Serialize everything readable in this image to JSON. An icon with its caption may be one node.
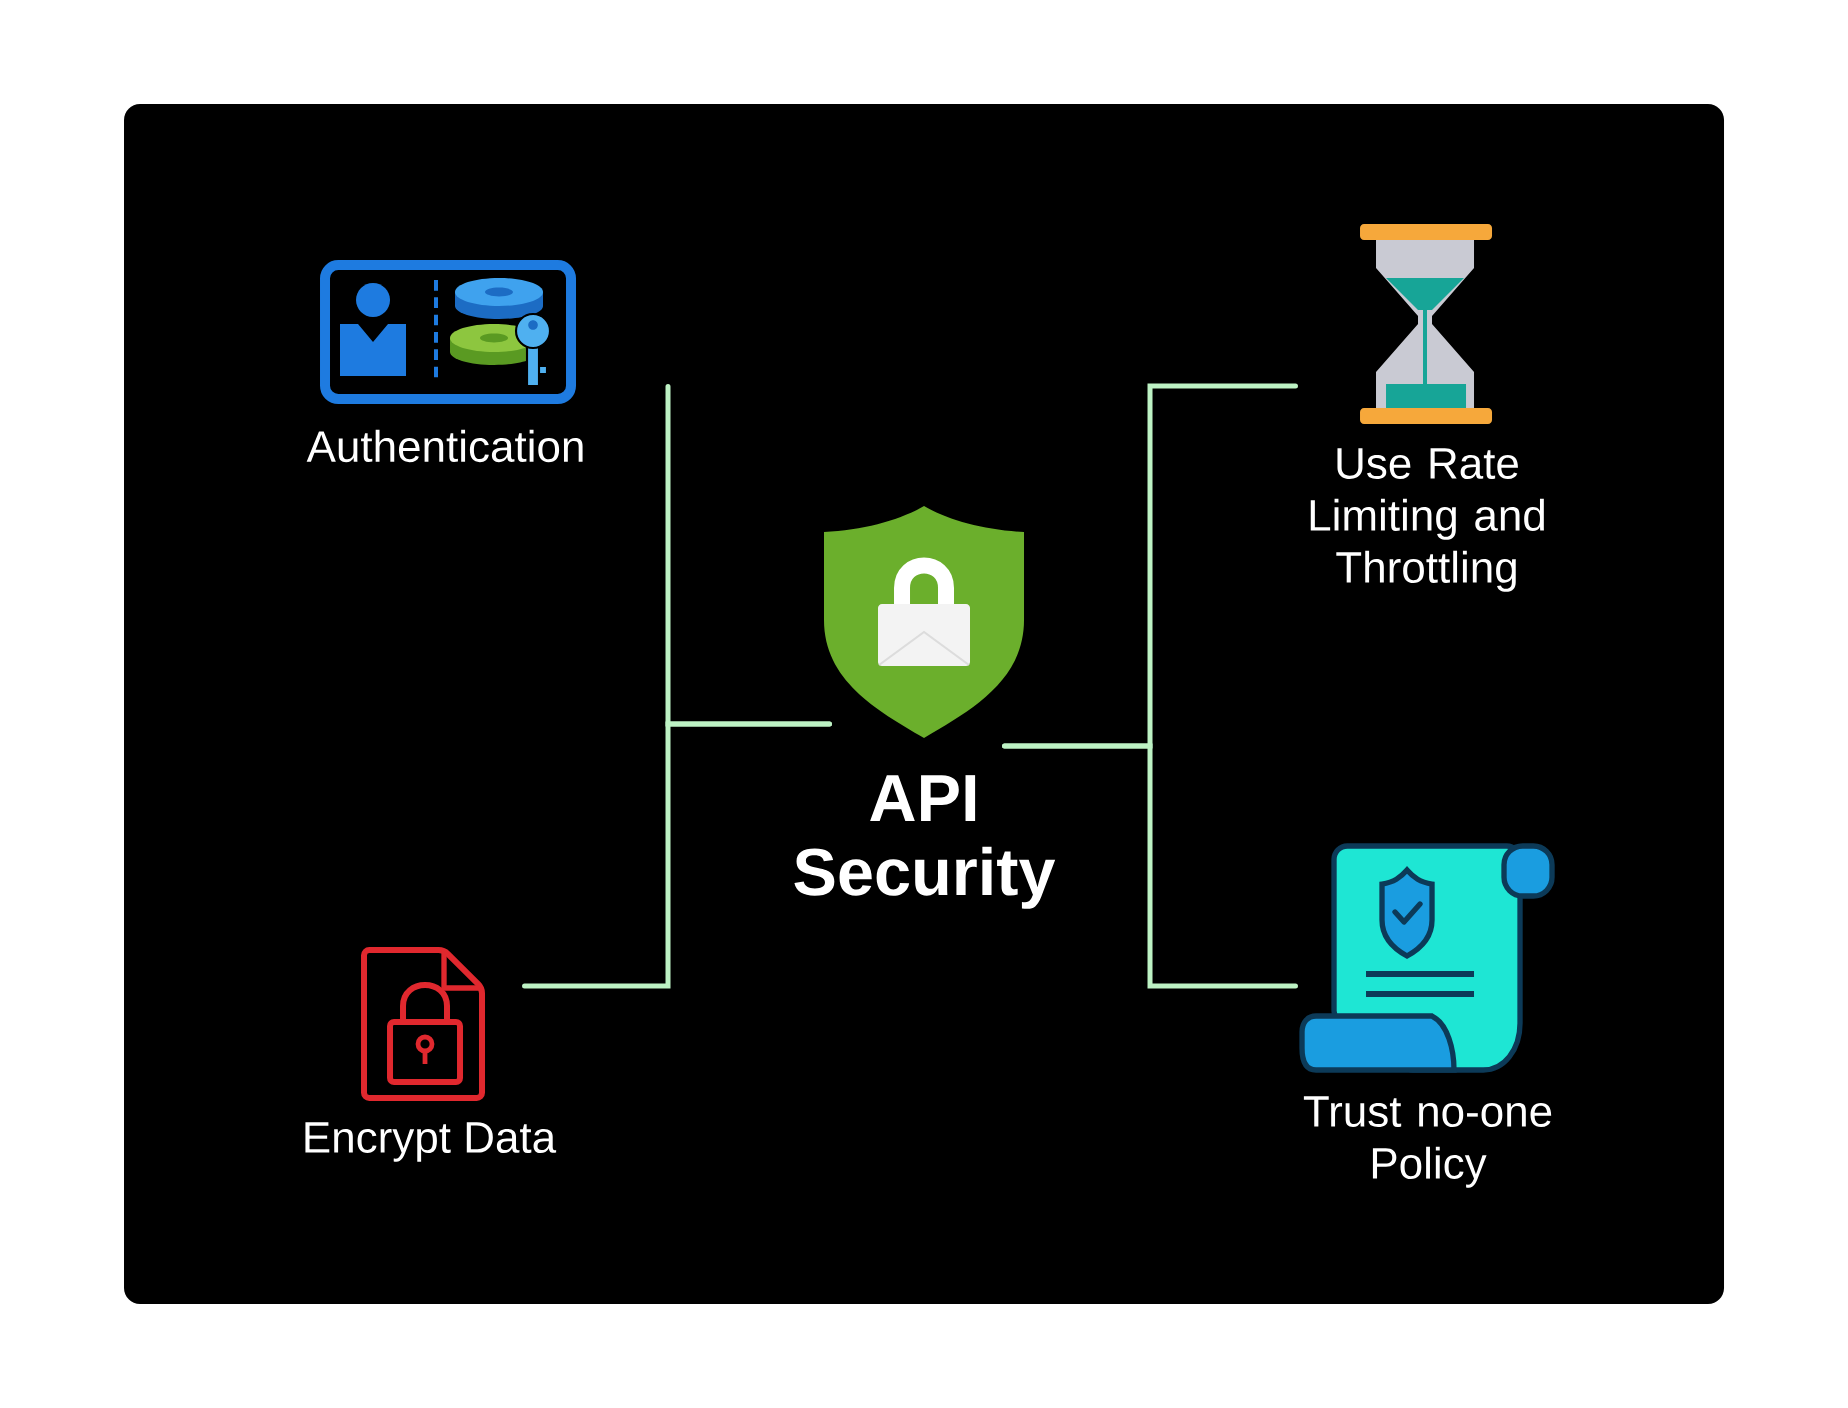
{
  "diagram": {
    "nodes": [
      {
        "text": [
          "Authentication"
        ]
      },
      {
        "text": [
          "Use Rate Limiting and Throttling"
        ]
      },
      {
        "text": [
          "API Security"
        ]
      },
      {
        "text": [
          "Encrypt Data"
        ]
      },
      {
        "text": [
          "Trust no-one Policy"
        ]
      }
    ],
    "edges": [
      {
        "from": 2,
        "to": 0,
        "arrow": "none"
      },
      {
        "from": 2,
        "to": 3,
        "arrow": "none"
      },
      {
        "from": 2,
        "to": 1,
        "arrow": "none"
      },
      {
        "from": 2,
        "to": 4,
        "arrow": "none"
      }
    ]
  }
}
